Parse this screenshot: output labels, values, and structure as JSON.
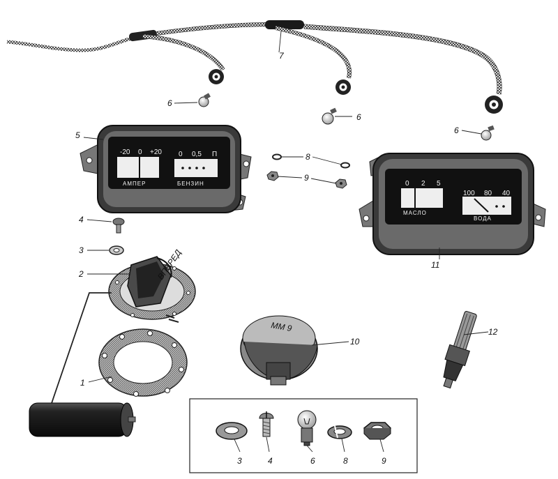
{
  "callouts": {
    "n1": "1",
    "n2": "2",
    "n3": "3",
    "n4": "4",
    "n5": "5",
    "n6": "6",
    "n7": "7",
    "n8": "8",
    "n9": "9",
    "n10": "10",
    "n11": "11",
    "n12": "12"
  },
  "inset": {
    "n3": "3",
    "n4": "4",
    "n6": "6",
    "n8": "8",
    "n9": "9"
  },
  "left_gauge": {
    "amp_scale": [
      "-20",
      "0",
      "+20"
    ],
    "amp_caption": "АМПЕР",
    "fuel_scale": [
      "0",
      "0,5",
      "П"
    ],
    "fuel_caption": "БЕНЗИН"
  },
  "right_gauge": {
    "oil_scale": [
      "0",
      "2",
      "5"
    ],
    "oil_caption": "МАСЛО",
    "water_scale": [
      "100",
      "80",
      "40"
    ],
    "water_caption": "ВОДА"
  },
  "sender_marking": "ВПЕРЕД",
  "sensor_marking": "ММ 9"
}
